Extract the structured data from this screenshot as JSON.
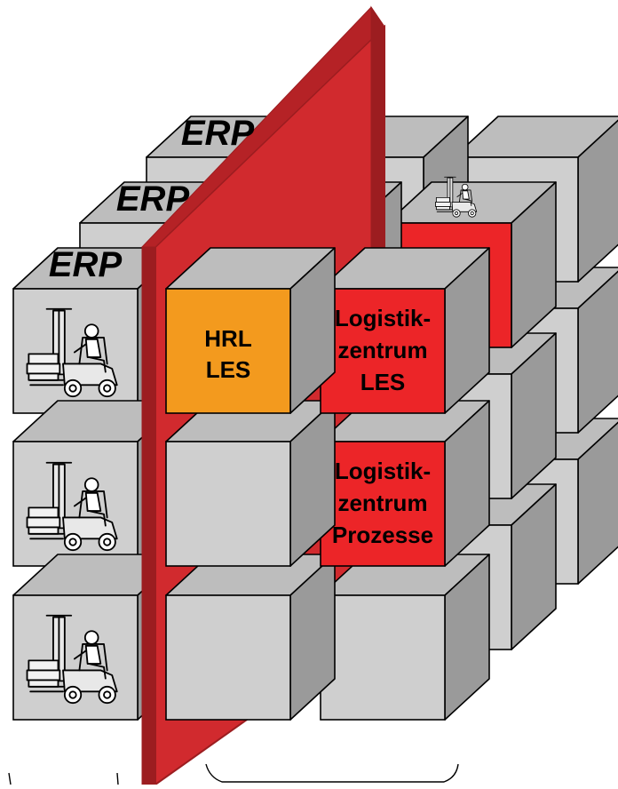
{
  "labels": {
    "erp_back": "ERP",
    "erp_mid": "ERP",
    "erp_front": "ERP",
    "hrl_line1": "HRL",
    "hrl_line2": "LES",
    "lz_les_line1": "Logistik-",
    "lz_les_line2": "zentrum",
    "lz_les_line3": "LES",
    "lz_proz_line1": "Logistik-",
    "lz_proz_line2": "zentrum",
    "lz_proz_line3": "Prozesse"
  },
  "colors": {
    "cube_front": "#cfcfcf",
    "cube_top": "#bdbdbd",
    "cube_side": "#9a9a9a",
    "orange": "#f39a1e",
    "red": "#ec2528",
    "plane_face": "#d12a2e",
    "plane_edge": "#9c1d20",
    "outline": "#000000"
  },
  "icons": {
    "forklift": "forklift-icon"
  }
}
